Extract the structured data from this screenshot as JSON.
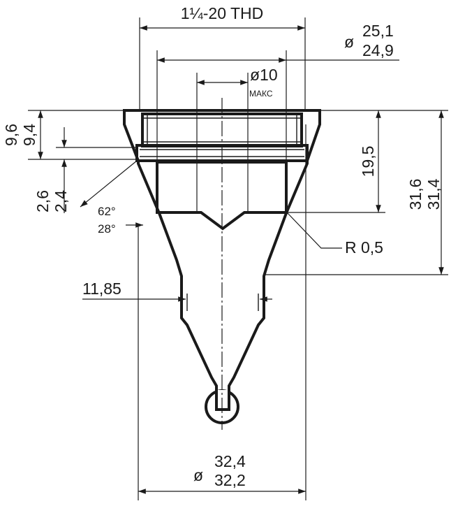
{
  "drawing": {
    "thread_label": "1¼-20 THD",
    "diameter_symbol": "ø",
    "outer_dia_max": "25,1",
    "outer_dia_min": "24,9",
    "bore_label": "ø10",
    "bore_note": "МАКС",
    "left_dim_outer_max": "9,6",
    "left_dim_outer_min": "9,4",
    "left_dim_lower_max": "2,6",
    "left_dim_lower_min": "2,4",
    "angle_upper": "62°",
    "angle_lower": "28°",
    "depth_dim": "19,5",
    "height_max": "31,6",
    "height_min": "31,4",
    "radius_label": "R 0,5",
    "groove_dim": "11,85",
    "bottom_dia_max": "32,4",
    "bottom_dia_min": "32,2"
  }
}
